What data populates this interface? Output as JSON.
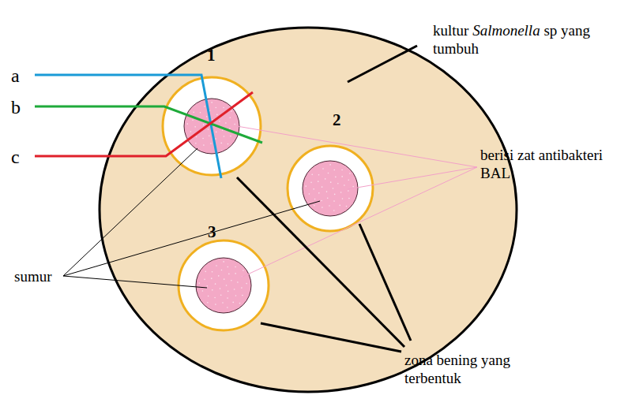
{
  "diagram": {
    "nodes": [
      {
        "text": [
          "1"
        ]
      },
      {
        "text": [
          "2"
        ]
      },
      {
        "text": [
          "3"
        ]
      }
    ],
    "labels": [
      "kultur Salmonella sp yang tumbuh",
      "a",
      "b",
      "c",
      "berisi zat antibakteri BAL",
      "sumur",
      "zona bening yang terbentuk"
    ]
  }
}
